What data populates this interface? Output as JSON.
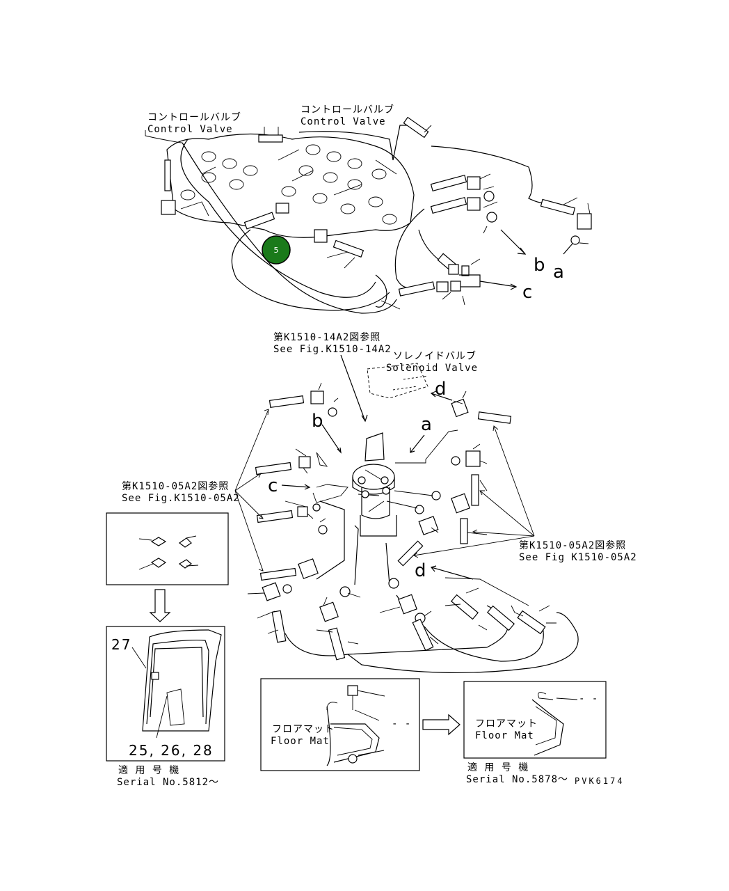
{
  "labels": {
    "control_valve_left_jp": "コントロールバルブ",
    "control_valve_left_en": "Control Valve",
    "control_valve_right_jp": "コントロールバルブ",
    "control_valve_right_en": "Control Valve",
    "ref_14a2_jp": "第K1510-14A2図参照",
    "ref_14a2_en": "See Fig.K1510-14A2",
    "solenoid_jp": "ソレノイドバルブ",
    "solenoid_en": "Solenoid Valve",
    "ref_05a2_left_jp": "第K1510-05A2図参照",
    "ref_05a2_left_en": "See Fig.K1510-05A2",
    "ref_05a2_right_jp": "第K1510-05A2図参照",
    "ref_05a2_right_en": "See Fig K1510-05A2",
    "floor_mat_jp_1": "フロアマット",
    "floor_mat_en_1": "Floor Mat",
    "floor_mat_jp_2": "フロアマット",
    "floor_mat_en_2": "Floor Mat",
    "part_27": "27",
    "parts_25_26_28": "25, 26, 28",
    "serial_left_jp": "適 用 号 機",
    "serial_left_en": "Serial No.5812～",
    "serial_right_jp": "適 用 号 機",
    "serial_right_en": "Serial No.5878～",
    "drawing_code": "PVK6174",
    "dash_1": "- -",
    "dash_2": "- -"
  },
  "letters": {
    "a_top": "a",
    "b_top": "b",
    "c_top": "c",
    "a_mid": "a",
    "b_mid": "b",
    "c_mid": "c",
    "d_mid": "d",
    "d_low": "d"
  },
  "badge": {
    "number": "5",
    "color": "#1a7a1a"
  }
}
